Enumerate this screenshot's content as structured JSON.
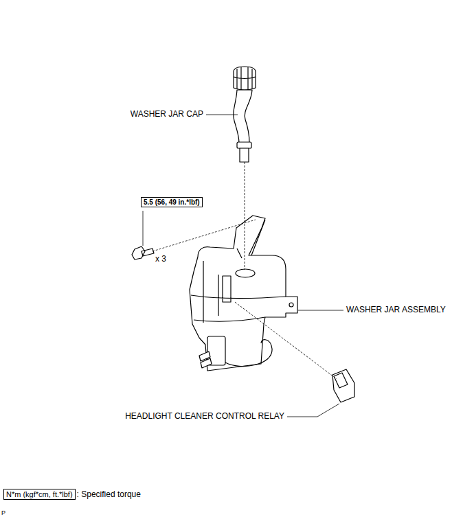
{
  "diagram": {
    "nodes": [
      {
        "text": [
          "5.5 (56, 49 in.*lbf)"
        ]
      },
      {
        "text": [
          "N*m (kgf*cm, ft.*lbf)"
        ]
      }
    ],
    "labels": [
      "WASHER JAR CAP",
      "x 3",
      "WASHER JAR ASSEMBLY",
      "HEADLIGHT CLEANER CONTROL RELAY",
      ": Specified torque",
      "P"
    ]
  }
}
